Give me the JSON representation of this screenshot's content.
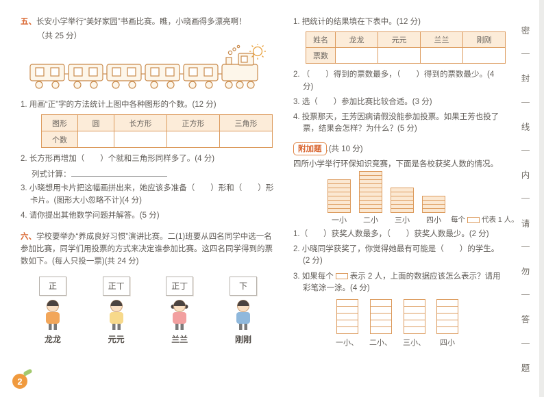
{
  "page": {
    "number": "2"
  },
  "seal": {
    "chars": [
      "密",
      "封",
      "线",
      "内",
      "请",
      "勿",
      "答",
      "题"
    ]
  },
  "left": {
    "section5": {
      "num": "五、",
      "heading": "长安小学举行“美好家园”书画比赛。瞧，小晓画得多漂亮啊！",
      "score": "（共 25 分）",
      "q1": {
        "text": "1. 用画“正”字的方法统计上图中各种图形的个数。(12 分)",
        "table": {
          "headers": [
            "图形",
            "圆",
            "长方形",
            "正方形",
            "三角形"
          ],
          "row_label": "个数"
        }
      },
      "q2": {
        "text": "2. 长方形再增加（　　）个就和三角形同样多了。(4 分)",
        "sub_label": "列式计算："
      },
      "q3": {
        "text": "3. 小晓想用卡片把这幅画拼出来，她应该多准备（　　）形和（　　）形卡片。(图形大小忽略不计)(4 分)"
      },
      "q4": {
        "text": "4. 请你提出其他数学问题并解答。(5 分)"
      }
    },
    "section6": {
      "num": "六、",
      "heading": "学校要举办“养成良好习惯”演讲比赛。二(1)班要从四名同学中选一名参加比赛，同学们用投票的方式来决定谁参加比赛。这四名同学得到的票数如下。(每人只投一票)(共 24 分)",
      "children": [
        {
          "name": "龙龙",
          "tally": "正"
        },
        {
          "name": "元元",
          "tally": "正丅"
        },
        {
          "name": "兰兰",
          "tally": "正丁"
        },
        {
          "name": "刚刚",
          "tally": "下"
        }
      ]
    }
  },
  "right": {
    "q1": {
      "text": "1. 把统计的结果填在下表中。(12 分)",
      "table": {
        "headers": [
          "姓名",
          "龙龙",
          "元元",
          "兰兰",
          "刚刚"
        ],
        "row_label": "票数"
      }
    },
    "q2": {
      "text": "2. （　　）得到的票数最多，（　　）得到的票数最少。(4 分)"
    },
    "q3": {
      "text": "3. 选（　　）参加比赛比较合适。(3 分)"
    },
    "q4": {
      "text": "4. 投票那天，王芳因病请假没能参加投票。如果王芳也投了票，结果会怎样？为什么？(5 分)"
    },
    "extra": {
      "badge": "附加题",
      "score": ".(共 10 分)",
      "intro": "四所小学举行环保知识竞赛，下面是各校获奖人数的情况。",
      "legend_prefix": "每个",
      "legend_suffix": "代表 1 人。",
      "q1": "1.（　　）获奖人数最多，（　　）获奖人数最少。(2 分)",
      "q2": "2. 小晓同学获奖了，你觉得她最有可能是（　　）的学生。(2 分)",
      "q3_prefix": "3. 如果每个",
      "q3_suffix": "表示 2 人，上面的数据应该怎么表示？请用彩笔涂一涂。(4 分)"
    }
  },
  "chart_data": {
    "type": "bar",
    "categories": [
      "一小",
      "二小",
      "三小",
      "四小"
    ],
    "values": [
      8,
      10,
      6,
      4
    ],
    "unit_per_cell": 1,
    "legend": "每个□代表1人。",
    "answer_grid": {
      "categories": [
        "一小、",
        "二小、",
        "三小、",
        "四小"
      ],
      "rows": 5
    }
  }
}
